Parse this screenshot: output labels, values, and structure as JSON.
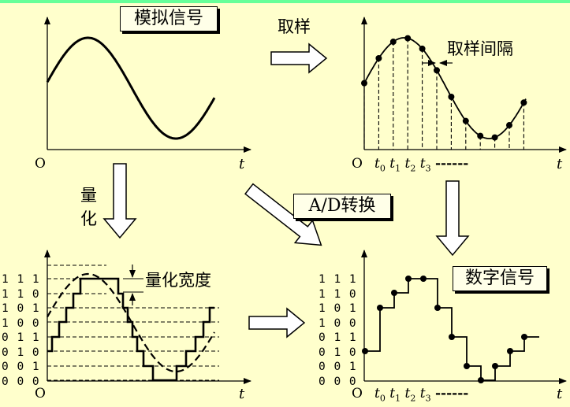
{
  "labels": {
    "analog_signal": "模拟信号",
    "sampling": "取样",
    "sampling_interval": "取样间隔",
    "quantization_line1": "量",
    "quantization_line2": "化",
    "quant_width": "量化宽度",
    "ad_conversion": "A/D转换",
    "digital_signal": "数字信号"
  },
  "axis": {
    "origin": "O",
    "t_label": "t",
    "sample_ticks": [
      "t0",
      "t1",
      "t2",
      "t3"
    ],
    "tick_sub_base": "t",
    "tick_subs": [
      "0",
      "1",
      "2",
      "3"
    ],
    "tick_ellipsis": "------"
  },
  "bit_codes": [
    "1 1 1",
    "1 1 0",
    "1 0 1",
    "1 0 0",
    "0 1 1",
    "0 1 0",
    "0 0 1",
    "0 0 0"
  ],
  "colors": {
    "background": "#ffffcc",
    "top_strip": "#66ff99",
    "ink": "#000000",
    "arrow_fill": "#ffffff"
  }
}
